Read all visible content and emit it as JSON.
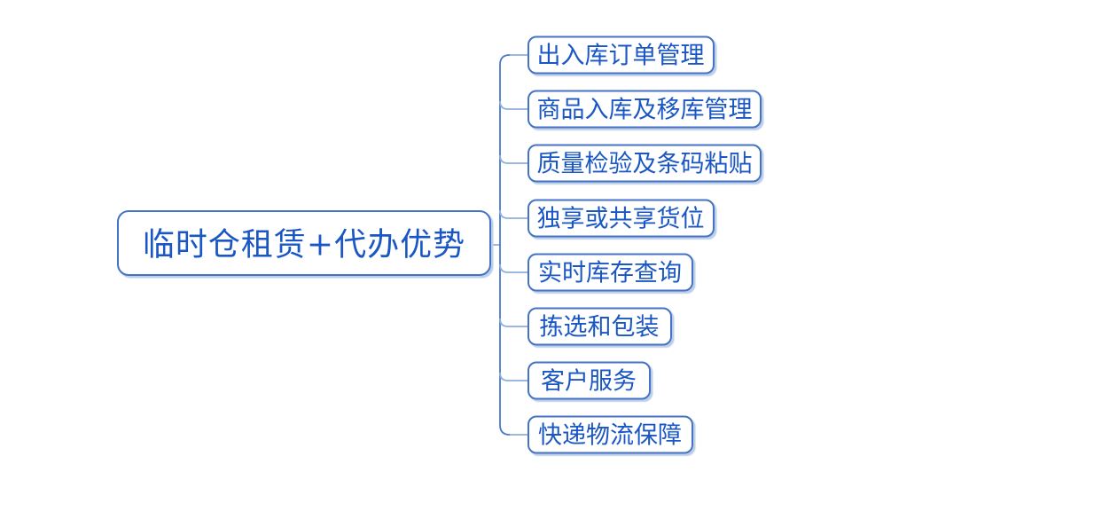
{
  "diagram": {
    "root": {
      "label": "临时仓租赁+代办优势"
    },
    "children": [
      {
        "label": "出入库订单管理"
      },
      {
        "label": "商品入库及移库管理"
      },
      {
        "label": "质量检验及条码粘贴"
      },
      {
        "label": "独享或共享货位"
      },
      {
        "label": "实时库存查询"
      },
      {
        "label": "拣选和包装"
      },
      {
        "label": "客户服务"
      },
      {
        "label": "快递物流保障"
      }
    ]
  },
  "colors": {
    "background": "#FFFFFF",
    "node_border": "#4472C4",
    "node_fill": "#FFFFFF",
    "node_text": "#1A57C4",
    "trunk_line": "#4A79C5",
    "branch_line": "#8FAFDC",
    "stub_line": "#9BB7E0",
    "shadow": "#BCCFE9"
  }
}
